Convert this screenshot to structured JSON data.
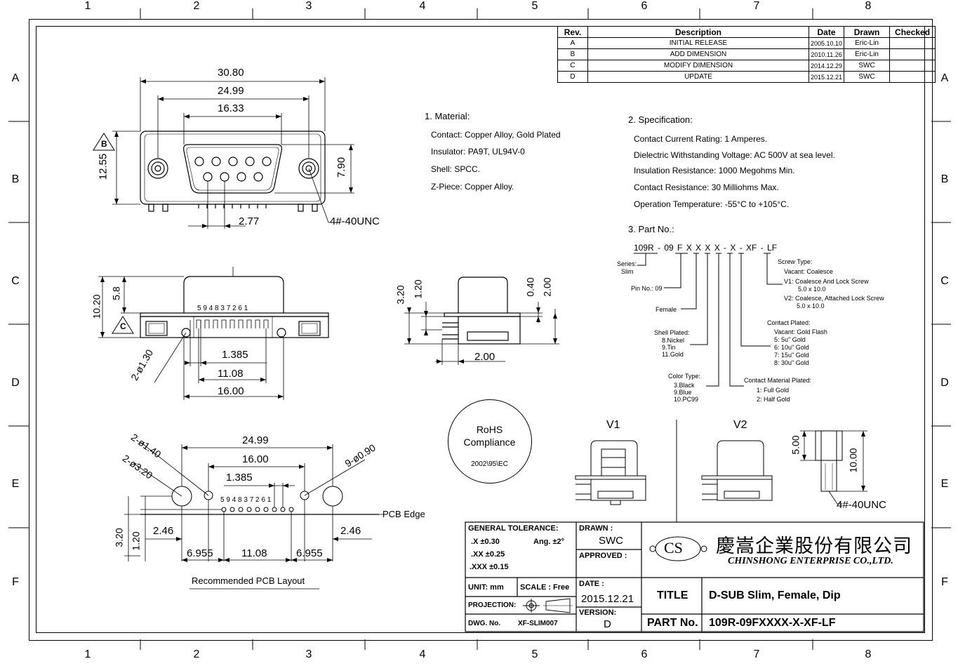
{
  "zones": {
    "columns": [
      "1",
      "2",
      "3",
      "4",
      "5",
      "6",
      "7",
      "8"
    ],
    "rows": [
      "A",
      "B",
      "C",
      "D",
      "E",
      "F"
    ]
  },
  "revision_table": {
    "headers": [
      "Rev.",
      "Description",
      "Date",
      "Drawn",
      "Checked"
    ],
    "rows": [
      {
        "rev": "A",
        "description": "INITIAL RELEASE",
        "date": "2005.10.10",
        "drawn": "Eric-Lin",
        "checked": ""
      },
      {
        "rev": "B",
        "description": "ADD DIMENSION",
        "date": "2010.11.26",
        "drawn": "Eric-Lin",
        "checked": ""
      },
      {
        "rev": "C",
        "description": "MODIFY DIMENSION",
        "date": "2014.12.29",
        "drawn": "SWC",
        "checked": ""
      },
      {
        "rev": "D",
        "description": "UPDATE",
        "date": "2015.12.21",
        "drawn": "SWC",
        "checked": ""
      }
    ]
  },
  "material": {
    "heading": "1. Material:",
    "lines": [
      "Contact: Copper Alloy, Gold Plated",
      "Insulator: PA9T, UL94V-0",
      "Shell: SPCC.",
      "Z-Piece: Copper Alloy."
    ]
  },
  "specification": {
    "heading": "2. Specification:",
    "lines": [
      "Contact Current Rating: 1 Amperes.",
      "Dielectric Withstanding Voltage: AC 500V at sea level.",
      "Insulation Resistance: 1000 Megohms Min.",
      "Contact Resistance: 30 Milliohms Max.",
      "Operation Temperature: -55°C to +105°C."
    ]
  },
  "part_no": {
    "heading": "3. Part No.:",
    "code": "109R - 09 F X X X X - X - XF - LF",
    "series": "Series:",
    "series_value": "Slim",
    "pin_no": "Pin No.: 09",
    "female": "Female",
    "shell_plated": {
      "title": "Shell Plated:",
      "items": [
        "8.Nickel",
        "9.Tin",
        "11.Gold"
      ]
    },
    "color_type": {
      "title": "Color Type:",
      "items": [
        "3.Black",
        "9.Blue",
        "10.PC99"
      ]
    },
    "screw_type": {
      "title": "Screw Type:",
      "items": [
        "Vacant: Coalesce",
        "V1: Coalesce And Lock Screw",
        "5.0 x 10.0",
        "V2: Coalesce, Attached Lock Screw",
        "5.0 x 10.0"
      ]
    },
    "contact_plated": {
      "title": "Contact Plated:",
      "items": [
        "Vacant: Gold Flash",
        "5:   5u\" Gold",
        "6: 10u\" Gold",
        "7: 15u\" Gold",
        "8: 30u\" Gold"
      ]
    },
    "contact_material": {
      "title": "Contact Material Plated:",
      "items": [
        "1: Full Gold",
        "2: Half Gold"
      ]
    }
  },
  "front_view": {
    "dims": [
      "30.80",
      "24.99",
      "16.33",
      "12.55",
      "7.90",
      "2.77",
      "4#-40UNC"
    ],
    "note_tag": "B"
  },
  "side_view": {
    "dims": [
      "10.20",
      "5.8",
      "1.385",
      "11.08",
      "16.00",
      "2-ø1.30"
    ],
    "pins": "5 9 4 8 3 7 2 6 1",
    "note_tag": "C"
  },
  "end_view": {
    "dims": [
      "3.20",
      "1.20",
      "0.40",
      "2.00",
      "2.00"
    ]
  },
  "rohs": {
    "line1": "RoHS",
    "line2": "Compliance",
    "code": "2002\\95\\EC"
  },
  "v1_label": "V1",
  "v2_label": "V2",
  "v2_dims": [
    "5.00",
    "10.00",
    "4#-40UNC"
  ],
  "pcb_layout": {
    "dims": [
      "24.99",
      "16.00",
      "1.385",
      "2-ø1.40",
      "2-ø3.20",
      "9-ø0.90",
      "3.20",
      "1.20",
      "2.46",
      "2.46",
      "6.955",
      "11.08",
      "6.955"
    ],
    "pins": "5 9 4 8 3 7 2 6 1",
    "edge_label": "PCB Edge",
    "caption": "Recommended PCB Layout"
  },
  "title_block": {
    "general_tolerance": "GENERAL TOLERANCE:",
    "tol_x": ".X ±0.30",
    "tol_ang": "Ang. ±2°",
    "tol_xx": ".XX ±0.25",
    "tol_xxx": ".XXX ±0.15",
    "drawn_label": "DRAWN :",
    "drawn_value": "SWC",
    "approved_label": "APPROVED :",
    "unit": "UNIT: mm",
    "scale": "SCALE : Free",
    "projection": "PROJECTION:",
    "dwg_label": "DWG. No.",
    "dwg_value": "XF-SLIM007",
    "date_label": "DATE :",
    "date_value": "2015.12.21",
    "version_label": "VERSION:",
    "version_value": "D",
    "logo_text": "CS",
    "company_cn": "慶嵩企業股份有限公司",
    "company_en": "CHINSHONG ENTERPRISE CO.,LTD.",
    "title_label": "TITLE",
    "title_value": "D-SUB Slim, Female, Dip",
    "part_label": "PART No.",
    "part_value": "109R-09FXXXX-X-XF-LF"
  }
}
